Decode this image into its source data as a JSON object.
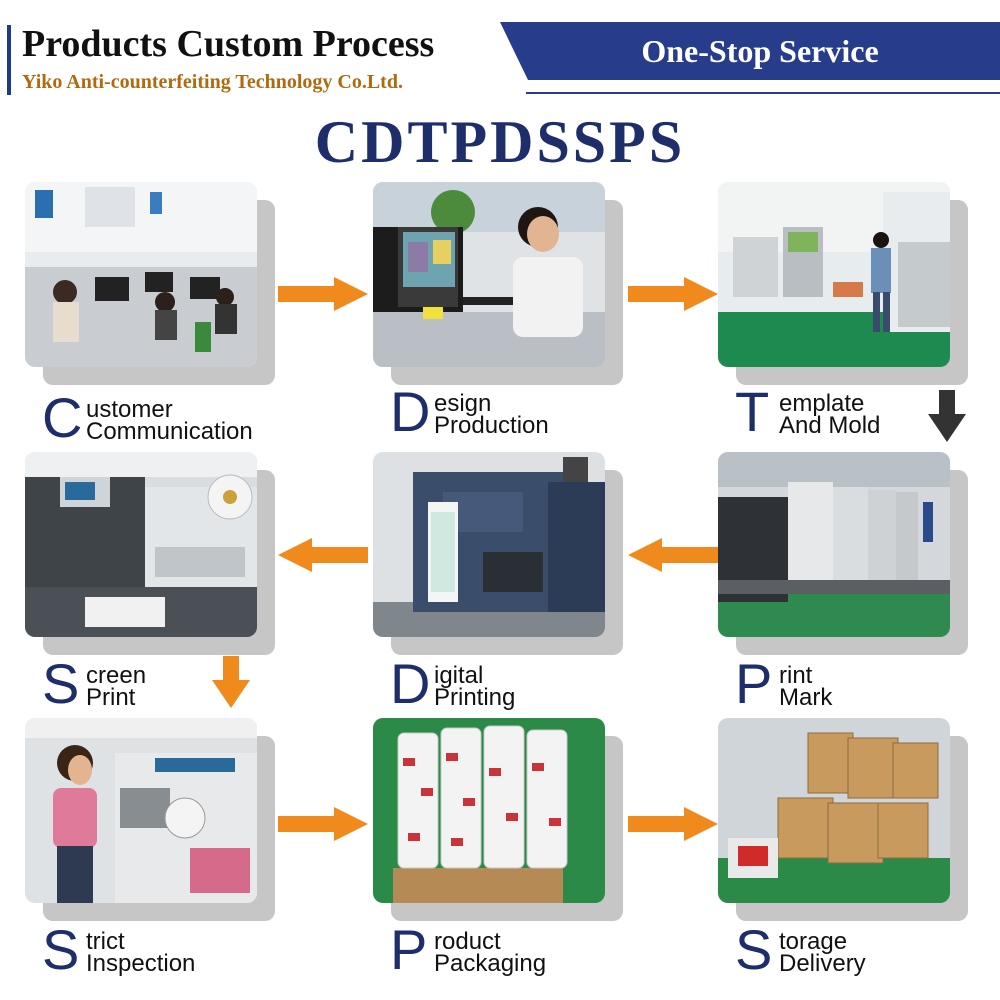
{
  "header": {
    "title": "Products Custom Process",
    "subtitle": "Yiko Anti-counterfeiting Technology Co.Ltd.",
    "banner": "One-Stop Service"
  },
  "acronym": "CDTPDSSPS",
  "steps": [
    {
      "letter": "C",
      "line1": "ustomer",
      "line2": "Communication",
      "photo": "office-workstations-photo"
    },
    {
      "letter": "D",
      "line1": "esign",
      "line2": "Production",
      "photo": "designer-at-computer-photo"
    },
    {
      "letter": "T",
      "line1": "emplate",
      "line2": "And Mold",
      "photo": "plate-making-room-photo"
    },
    {
      "letter": "P",
      "line1": "rint",
      "line2": "Mark",
      "photo": "offset-press-line-photo"
    },
    {
      "letter": "D",
      "line1": "igital",
      "line2": "Printing",
      "photo": "digital-label-press-photo"
    },
    {
      "letter": "S",
      "line1": "creen",
      "line2": "Print",
      "photo": "screen-print-machine-photo"
    },
    {
      "letter": "S",
      "line1": "trict",
      "line2": "Inspection",
      "photo": "inspection-machine-photo"
    },
    {
      "letter": "P",
      "line1": "roduct",
      "line2": "Packaging",
      "photo": "label-rolls-photo"
    },
    {
      "letter": "S",
      "line1": "torage",
      "line2": "Delivery",
      "photo": "carton-boxes-photo"
    }
  ],
  "colors": {
    "navy": "#1d2e6b",
    "banner": "#273d8c",
    "accent_orange": "#f08a1c",
    "subtitle_brown": "#b06a10",
    "down_arrow_dark": "#333333"
  }
}
